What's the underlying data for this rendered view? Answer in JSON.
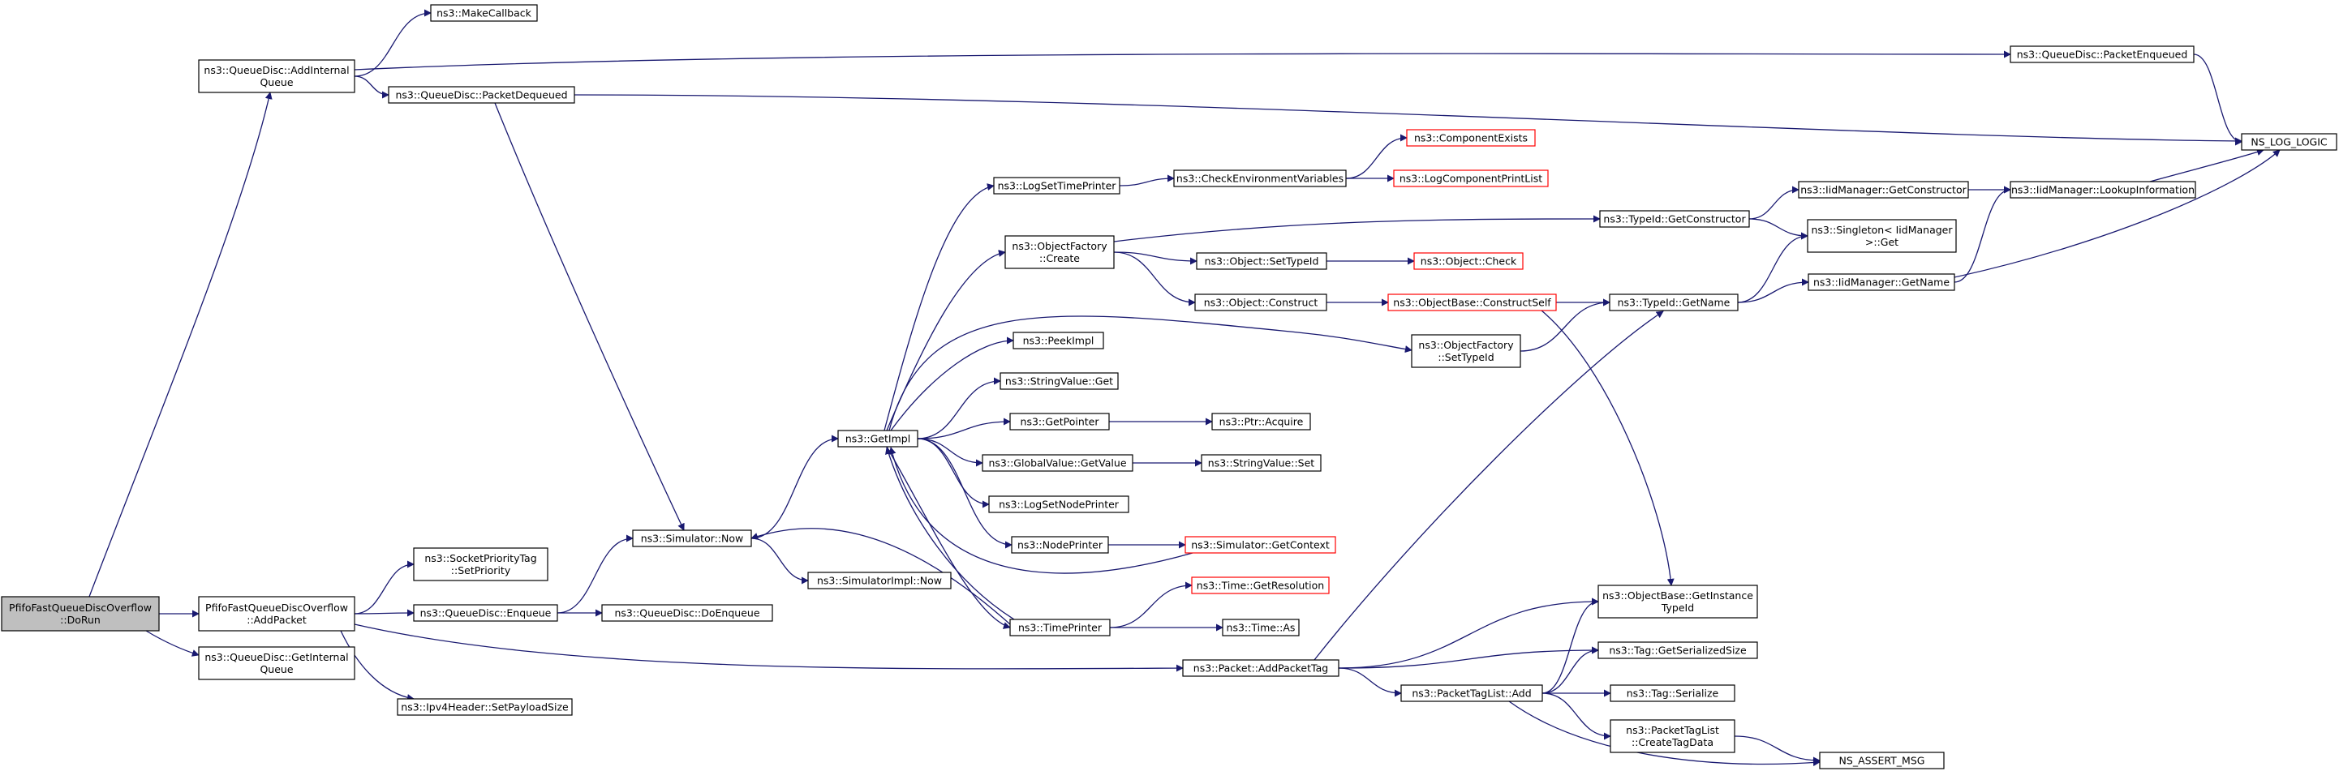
{
  "graph": {
    "root": "n_root",
    "edge_color": "#191970",
    "nodes": [
      {
        "id": "n_root",
        "lines": [
          "PfifoFastQueueDiscOverflow",
          "::DoRun"
        ],
        "style": "root"
      },
      {
        "id": "n_addInternal",
        "lines": [
          "ns3::QueueDisc::AddInternal",
          "Queue"
        ]
      },
      {
        "id": "n_makeCallback",
        "lines": [
          "ns3::MakeCallback"
        ]
      },
      {
        "id": "n_packetDequeued",
        "lines": [
          "ns3::QueueDisc::PacketDequeued"
        ]
      },
      {
        "id": "n_packetEnqueued",
        "lines": [
          "ns3::QueueDisc::PacketEnqueued"
        ]
      },
      {
        "id": "n_nsLogLogic",
        "lines": [
          "NS_LOG_LOGIC"
        ]
      },
      {
        "id": "n_addPacket",
        "lines": [
          "PfifoFastQueueDiscOverflow",
          "::AddPacket"
        ]
      },
      {
        "id": "n_getInternalQueue",
        "lines": [
          "ns3::QueueDisc::GetInternal",
          "Queue"
        ]
      },
      {
        "id": "n_socketPrio",
        "lines": [
          "ns3::SocketPriorityTag",
          "::SetPriority"
        ]
      },
      {
        "id": "n_enqueue",
        "lines": [
          "ns3::QueueDisc::Enqueue"
        ]
      },
      {
        "id": "n_ipv4Payload",
        "lines": [
          "ns3::Ipv4Header::SetPayloadSize"
        ]
      },
      {
        "id": "n_simNow",
        "lines": [
          "ns3::Simulator::Now"
        ]
      },
      {
        "id": "n_doEnqueue",
        "lines": [
          "ns3::QueueDisc::DoEnqueue"
        ]
      },
      {
        "id": "n_simImplNow",
        "lines": [
          "ns3::SimulatorImpl::Now"
        ]
      },
      {
        "id": "n_getImpl",
        "lines": [
          "ns3::GetImpl"
        ]
      },
      {
        "id": "n_logSetTimePrinter",
        "lines": [
          "ns3::LogSetTimePrinter"
        ]
      },
      {
        "id": "n_objFactoryCreate",
        "lines": [
          "ns3::ObjectFactory",
          "::Create"
        ]
      },
      {
        "id": "n_peekImpl",
        "lines": [
          "ns3::PeekImpl"
        ]
      },
      {
        "id": "n_stringValueGet",
        "lines": [
          "ns3::StringValue::Get"
        ]
      },
      {
        "id": "n_getPointer",
        "lines": [
          "ns3::GetPointer"
        ]
      },
      {
        "id": "n_globalValueGetValue",
        "lines": [
          "ns3::GlobalValue::GetValue"
        ]
      },
      {
        "id": "n_logSetNodePrinter",
        "lines": [
          "ns3::LogSetNodePrinter"
        ]
      },
      {
        "id": "n_nodePrinter",
        "lines": [
          "ns3::NodePrinter"
        ]
      },
      {
        "id": "n_timePrinter",
        "lines": [
          "ns3::TimePrinter"
        ]
      },
      {
        "id": "n_checkEnvVars",
        "lines": [
          "ns3::CheckEnvironmentVariables"
        ]
      },
      {
        "id": "n_componentExists",
        "lines": [
          "ns3::ComponentExists"
        ],
        "style": "red"
      },
      {
        "id": "n_logComponentPrintList",
        "lines": [
          "ns3::LogComponentPrintList"
        ],
        "style": "red"
      },
      {
        "id": "n_objectSetTypeId",
        "lines": [
          "ns3::Object::SetTypeId"
        ]
      },
      {
        "id": "n_objectCheck",
        "lines": [
          "ns3::Object::Check"
        ],
        "style": "red"
      },
      {
        "id": "n_objectConstruct",
        "lines": [
          "ns3::Object::Construct"
        ]
      },
      {
        "id": "n_objBaseConstructSelf",
        "lines": [
          "ns3::ObjectBase::ConstructSelf"
        ],
        "style": "red"
      },
      {
        "id": "n_objFactorySetTypeId",
        "lines": [
          "ns3::ObjectFactory",
          "::SetTypeId"
        ]
      },
      {
        "id": "n_ptrAcquire",
        "lines": [
          "ns3::Ptr::Acquire"
        ]
      },
      {
        "id": "n_stringValueSet",
        "lines": [
          "ns3::StringValue::Set"
        ]
      },
      {
        "id": "n_simGetContext",
        "lines": [
          "ns3::Simulator::GetContext"
        ],
        "style": "red"
      },
      {
        "id": "n_timeGetResolution",
        "lines": [
          "ns3::Time::GetResolution"
        ],
        "style": "red"
      },
      {
        "id": "n_timeAs",
        "lines": [
          "ns3::Time::As"
        ]
      },
      {
        "id": "n_typeIdGetConstructor",
        "lines": [
          "ns3::TypeId::GetConstructor"
        ]
      },
      {
        "id": "n_typeIdGetName",
        "lines": [
          "ns3::TypeId::GetName"
        ]
      },
      {
        "id": "n_iidGetConstructor",
        "lines": [
          "ns3::IidManager::GetConstructor"
        ]
      },
      {
        "id": "n_singleton",
        "lines": [
          "ns3::Singleton< IidManager",
          ">::Get"
        ]
      },
      {
        "id": "n_iidGetName",
        "lines": [
          "ns3::IidManager::GetName"
        ]
      },
      {
        "id": "n_iidLookup",
        "lines": [
          "ns3::IidManager::LookupInformation"
        ]
      },
      {
        "id": "n_packetAddPacketTag",
        "lines": [
          "ns3::Packet::AddPacketTag"
        ]
      },
      {
        "id": "n_objBaseGetInstanceTypeId",
        "lines": [
          "ns3::ObjectBase::GetInstance",
          "TypeId"
        ]
      },
      {
        "id": "n_tagGetSerializedSize",
        "lines": [
          "ns3::Tag::GetSerializedSize"
        ]
      },
      {
        "id": "n_packetTagListAdd",
        "lines": [
          "ns3::PacketTagList::Add"
        ]
      },
      {
        "id": "n_tagSerialize",
        "lines": [
          "ns3::Tag::Serialize"
        ]
      },
      {
        "id": "n_packetTagListCreateTagData",
        "lines": [
          "ns3::PacketTagList",
          "::CreateTagData"
        ]
      },
      {
        "id": "n_nsAssertMsg",
        "lines": [
          "NS_ASSERT_MSG"
        ]
      }
    ],
    "edges": [
      [
        "n_root",
        "n_addInternal"
      ],
      [
        "n_root",
        "n_addPacket"
      ],
      [
        "n_root",
        "n_getInternalQueue"
      ],
      [
        "n_addInternal",
        "n_makeCallback"
      ],
      [
        "n_addInternal",
        "n_packetDequeued"
      ],
      [
        "n_addInternal",
        "n_packetEnqueued"
      ],
      [
        "n_packetDequeued",
        "n_nsLogLogic"
      ],
      [
        "n_packetDequeued",
        "n_simNow"
      ],
      [
        "n_packetEnqueued",
        "n_nsLogLogic"
      ],
      [
        "n_addPacket",
        "n_socketPrio"
      ],
      [
        "n_addPacket",
        "n_enqueue"
      ],
      [
        "n_addPacket",
        "n_ipv4Payload"
      ],
      [
        "n_addPacket",
        "n_packetAddPacketTag"
      ],
      [
        "n_enqueue",
        "n_simNow"
      ],
      [
        "n_enqueue",
        "n_doEnqueue"
      ],
      [
        "n_simNow",
        "n_getImpl"
      ],
      [
        "n_simNow",
        "n_simImplNow"
      ],
      [
        "n_getImpl",
        "n_logSetTimePrinter"
      ],
      [
        "n_getImpl",
        "n_objFactoryCreate"
      ],
      [
        "n_getImpl",
        "n_objFactorySetTypeId"
      ],
      [
        "n_getImpl",
        "n_peekImpl"
      ],
      [
        "n_getImpl",
        "n_stringValueGet"
      ],
      [
        "n_getImpl",
        "n_getPointer"
      ],
      [
        "n_getImpl",
        "n_globalValueGetValue"
      ],
      [
        "n_getImpl",
        "n_logSetNodePrinter"
      ],
      [
        "n_getImpl",
        "n_nodePrinter"
      ],
      [
        "n_getImpl",
        "n_timePrinter"
      ],
      [
        "n_logSetTimePrinter",
        "n_checkEnvVars"
      ],
      [
        "n_checkEnvVars",
        "n_componentExists"
      ],
      [
        "n_checkEnvVars",
        "n_logComponentPrintList"
      ],
      [
        "n_objFactoryCreate",
        "n_typeIdGetConstructor"
      ],
      [
        "n_objFactoryCreate",
        "n_objectSetTypeId"
      ],
      [
        "n_objFactoryCreate",
        "n_objectConstruct"
      ],
      [
        "n_objectSetTypeId",
        "n_objectCheck"
      ],
      [
        "n_objectConstruct",
        "n_objBaseConstructSelf"
      ],
      [
        "n_objBaseConstructSelf",
        "n_typeIdGetName"
      ],
      [
        "n_objBaseConstructSelf",
        "n_objBaseGetInstanceTypeId"
      ],
      [
        "n_objFactorySetTypeId",
        "n_typeIdGetName"
      ],
      [
        "n_getPointer",
        "n_ptrAcquire"
      ],
      [
        "n_globalValueGetValue",
        "n_stringValueSet"
      ],
      [
        "n_nodePrinter",
        "n_simGetContext"
      ],
      [
        "n_simGetContext",
        "n_getImpl"
      ],
      [
        "n_timePrinter",
        "n_timeGetResolution"
      ],
      [
        "n_timePrinter",
        "n_timeAs"
      ],
      [
        "n_timePrinter",
        "n_simNow"
      ],
      [
        "n_timePrinter",
        "n_getImpl"
      ],
      [
        "n_typeIdGetConstructor",
        "n_iidGetConstructor"
      ],
      [
        "n_typeIdGetConstructor",
        "n_singleton"
      ],
      [
        "n_iidGetConstructor",
        "n_iidLookup"
      ],
      [
        "n_typeIdGetName",
        "n_singleton"
      ],
      [
        "n_typeIdGetName",
        "n_iidGetName"
      ],
      [
        "n_iidGetName",
        "n_iidLookup"
      ],
      [
        "n_iidGetName",
        "n_nsLogLogic"
      ],
      [
        "n_iidLookup",
        "n_nsLogLogic"
      ],
      [
        "n_packetAddPacketTag",
        "n_typeIdGetName"
      ],
      [
        "n_packetAddPacketTag",
        "n_objBaseGetInstanceTypeId"
      ],
      [
        "n_packetAddPacketTag",
        "n_tagGetSerializedSize"
      ],
      [
        "n_packetAddPacketTag",
        "n_packetTagListAdd"
      ],
      [
        "n_packetTagListAdd",
        "n_objBaseGetInstanceTypeId"
      ],
      [
        "n_packetTagListAdd",
        "n_tagGetSerializedSize"
      ],
      [
        "n_packetTagListAdd",
        "n_tagSerialize"
      ],
      [
        "n_packetTagListAdd",
        "n_packetTagListCreateTagData"
      ],
      [
        "n_packetTagListAdd",
        "n_nsAssertMsg"
      ],
      [
        "n_packetTagListCreateTagData",
        "n_nsAssertMsg"
      ]
    ]
  }
}
